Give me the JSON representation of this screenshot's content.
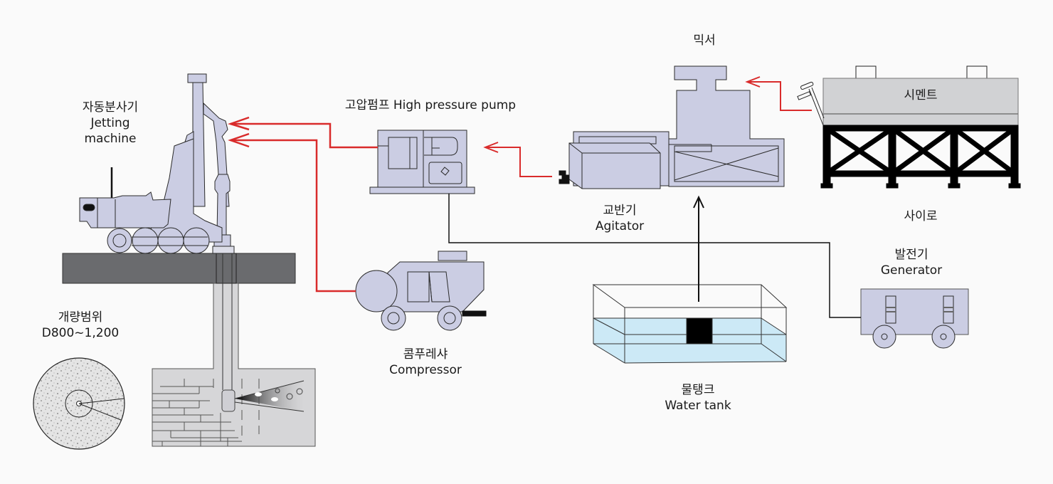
{
  "title": "고압분사 공법 장비 배치도",
  "colors": {
    "machine_fill": "#cbcde3",
    "outline": "#2b2b2b",
    "flow_line": "#d92b2b",
    "ground": "#6a6b6e",
    "soil": "#d6d6d8",
    "water": "#cce9f6",
    "silo_tank": "#d1d2d4",
    "background": "#fafafa"
  },
  "components": {
    "jetting_machine": {
      "ko": "자동분사기",
      "en1": "Jetting",
      "en2": "machine"
    },
    "range": {
      "ko": "개량범위",
      "value": "D800~1,200"
    },
    "pump": {
      "label": "고압펌프 High pressure pump"
    },
    "compressor": {
      "ko": "콤푸레샤",
      "en": "Compressor"
    },
    "mixer": {
      "ko": "믹서"
    },
    "agitator": {
      "ko": "교반기",
      "en": "Agitator"
    },
    "silo": {
      "ko": "사이로",
      "tank_label": "시멘트"
    },
    "generator": {
      "ko": "발전기",
      "en": "Generator"
    },
    "water_tank": {
      "ko": "물탱크",
      "en": "Water tank"
    }
  },
  "flows": [
    {
      "from": "high pressure pump",
      "to": "jetting machine",
      "type": "grout"
    },
    {
      "from": "compressor",
      "to": "jetting machine",
      "type": "air"
    },
    {
      "from": "agitator",
      "to": "high pressure pump",
      "type": "grout"
    },
    {
      "from": "silo",
      "to": "mixer",
      "type": "cement"
    },
    {
      "from": "water tank",
      "to": "mixer",
      "type": "water"
    },
    {
      "from": "generator",
      "to": "high pressure pump",
      "type": "power"
    }
  ]
}
